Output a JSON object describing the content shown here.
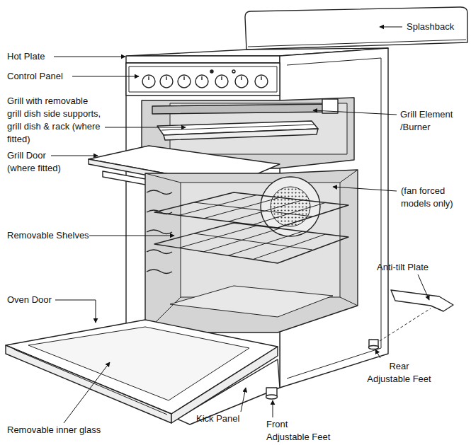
{
  "diagram": {
    "labels": [
      "Splashback",
      "Hot Plate",
      "Control Panel",
      "Grill with removable grill dish side supports, grill dish & rack (where fitted)",
      "Grill Element /Burner",
      "Grill Door (where fitted)",
      "(fan forced models only)",
      "Removable Shelves",
      "Anti-tilt Plate",
      "Oven Door",
      "Rear Adjustable Feet",
      "Removable inner glass",
      "Kick Panel",
      "Front Adjustable Feet"
    ]
  }
}
